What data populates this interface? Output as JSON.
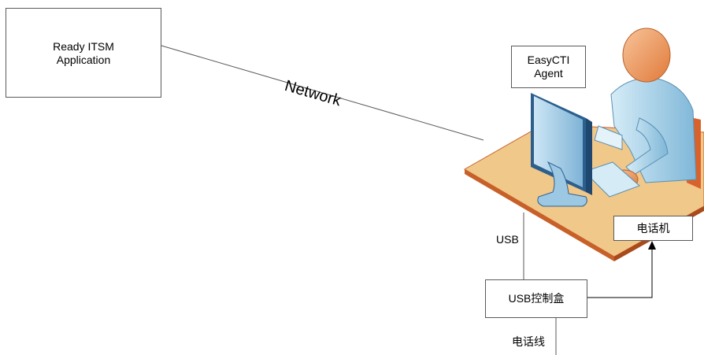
{
  "nodes": {
    "itsm_line1": "Ready ITSM",
    "itsm_line2": "Application",
    "agent_line1": "EasyCTI",
    "agent_line2": "Agent",
    "phone": "电话机",
    "usb_box": "USB控制盒"
  },
  "edges": {
    "network": "Network",
    "usb": "USB",
    "phone_line": "电话线"
  },
  "colors": {
    "line": "#5a5a5a",
    "desk_top": "#f0c889",
    "desk_edge": "#c8602a",
    "monitor": "#9dc8e4",
    "monitor_dark": "#2c5f8e",
    "person_body": "#a9d4ea",
    "skin": "#f2a46c"
  }
}
